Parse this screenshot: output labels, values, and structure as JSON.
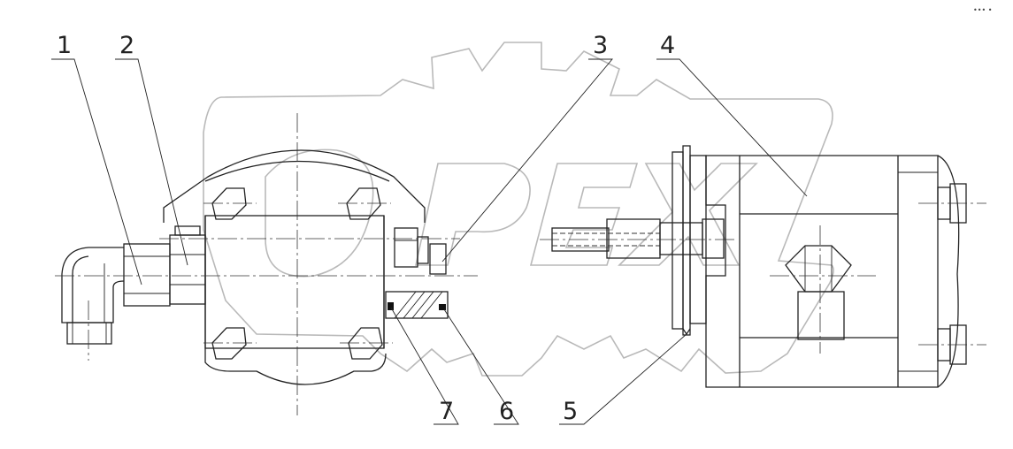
{
  "corner_mark": "••• •",
  "watermark_text": "OPEX",
  "callouts": [
    "1",
    "2",
    "3",
    "4",
    "5",
    "6",
    "7"
  ]
}
